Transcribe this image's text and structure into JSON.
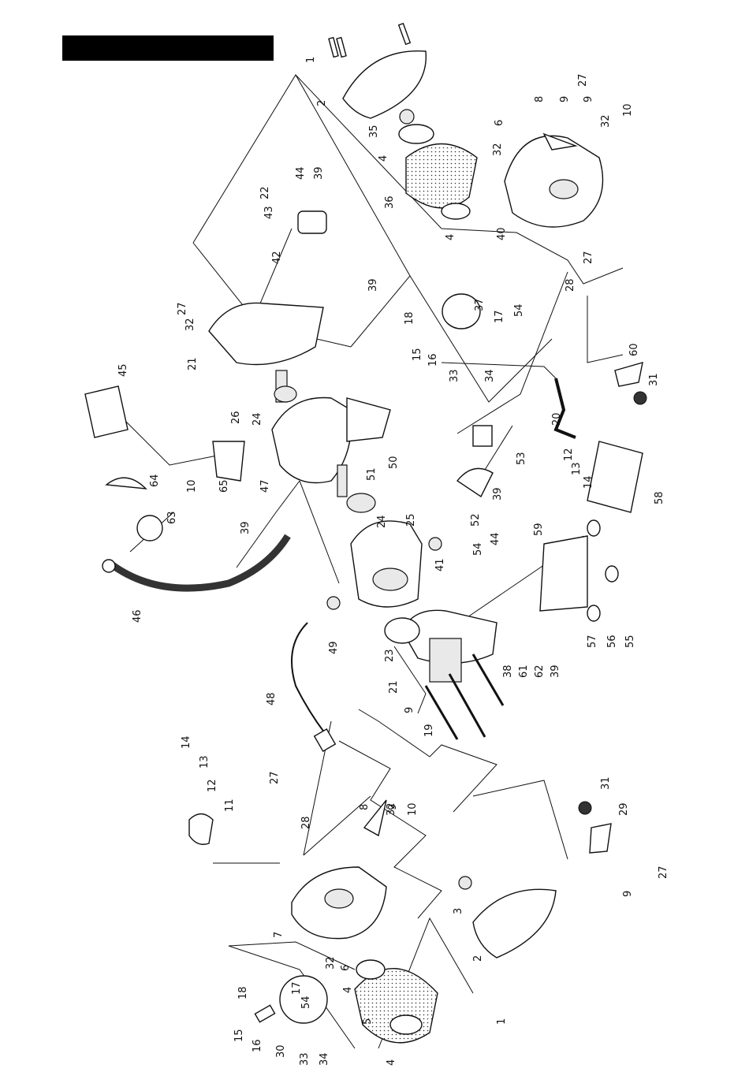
{
  "diagram": {
    "title_bar_color": "#000000",
    "line_color": "#111111",
    "callouts": [
      {
        "id": "c1a",
        "label": "1"
      },
      {
        "id": "c2a",
        "label": "2"
      },
      {
        "id": "c35",
        "label": "35"
      },
      {
        "id": "c4a",
        "label": "4"
      },
      {
        "id": "c36",
        "label": "36"
      },
      {
        "id": "c4b",
        "label": "4"
      },
      {
        "id": "c6a",
        "label": "6"
      },
      {
        "id": "c8a",
        "label": "8"
      },
      {
        "id": "c27a",
        "label": "27"
      },
      {
        "id": "c9a",
        "label": "9"
      },
      {
        "id": "c9b",
        "label": "9"
      },
      {
        "id": "c10a",
        "label": "10"
      },
      {
        "id": "c32a",
        "label": "32"
      },
      {
        "id": "c32b",
        "label": "32"
      },
      {
        "id": "c40",
        "label": "40"
      },
      {
        "id": "c27b",
        "label": "27"
      },
      {
        "id": "c28a",
        "label": "28"
      },
      {
        "id": "c22",
        "label": "22"
      },
      {
        "id": "c43",
        "label": "43"
      },
      {
        "id": "c44a",
        "label": "44"
      },
      {
        "id": "c39a",
        "label": "39"
      },
      {
        "id": "c42",
        "label": "42"
      },
      {
        "id": "c27c",
        "label": "27"
      },
      {
        "id": "c32c",
        "label": "32"
      },
      {
        "id": "c21a",
        "label": "21"
      },
      {
        "id": "c39b",
        "label": "39"
      },
      {
        "id": "c18a",
        "label": "18"
      },
      {
        "id": "c37",
        "label": "37"
      },
      {
        "id": "c17a",
        "label": "17"
      },
      {
        "id": "c54a",
        "label": "54"
      },
      {
        "id": "c15a",
        "label": "15"
      },
      {
        "id": "c16a",
        "label": "16"
      },
      {
        "id": "c33a",
        "label": "33"
      },
      {
        "id": "c34a",
        "label": "34"
      },
      {
        "id": "c60",
        "label": "60"
      },
      {
        "id": "c31a",
        "label": "31"
      },
      {
        "id": "c45",
        "label": "45"
      },
      {
        "id": "c26",
        "label": "26"
      },
      {
        "id": "c24a",
        "label": "24"
      },
      {
        "id": "c47",
        "label": "47"
      },
      {
        "id": "c50",
        "label": "50"
      },
      {
        "id": "c51",
        "label": "51"
      },
      {
        "id": "c20",
        "label": "20"
      },
      {
        "id": "c12a",
        "label": "12"
      },
      {
        "id": "c13a",
        "label": "13"
      },
      {
        "id": "c14a",
        "label": "14"
      },
      {
        "id": "c53",
        "label": "53"
      },
      {
        "id": "c39c",
        "label": "39"
      },
      {
        "id": "c52",
        "label": "52"
      },
      {
        "id": "c44b",
        "label": "44"
      },
      {
        "id": "c54b",
        "label": "54"
      },
      {
        "id": "c58",
        "label": "58"
      },
      {
        "id": "c64",
        "label": "64"
      },
      {
        "id": "c10b",
        "label": "10"
      },
      {
        "id": "c65",
        "label": "65"
      },
      {
        "id": "c63",
        "label": "63"
      },
      {
        "id": "c39d",
        "label": "39"
      },
      {
        "id": "c24b",
        "label": "24"
      },
      {
        "id": "c25",
        "label": "25"
      },
      {
        "id": "c41",
        "label": "41"
      },
      {
        "id": "c59",
        "label": "59"
      },
      {
        "id": "c46",
        "label": "46"
      },
      {
        "id": "c49",
        "label": "49"
      },
      {
        "id": "c23",
        "label": "23"
      },
      {
        "id": "c21b",
        "label": "21"
      },
      {
        "id": "c57",
        "label": "57"
      },
      {
        "id": "c56",
        "label": "56"
      },
      {
        "id": "c55",
        "label": "55"
      },
      {
        "id": "c38",
        "label": "38"
      },
      {
        "id": "c61",
        "label": "61"
      },
      {
        "id": "c62",
        "label": "62"
      },
      {
        "id": "c39e",
        "label": "39"
      },
      {
        "id": "c48",
        "label": "48"
      },
      {
        "id": "c9c",
        "label": "9"
      },
      {
        "id": "c19",
        "label": "19"
      },
      {
        "id": "c14b",
        "label": "14"
      },
      {
        "id": "c13b",
        "label": "13"
      },
      {
        "id": "c12b",
        "label": "12"
      },
      {
        "id": "c11",
        "label": "11"
      },
      {
        "id": "c27d",
        "label": "27"
      },
      {
        "id": "c28b",
        "label": "28"
      },
      {
        "id": "c8b",
        "label": "8"
      },
      {
        "id": "c9d",
        "label": "9"
      },
      {
        "id": "c32d",
        "label": "32"
      },
      {
        "id": "c10c",
        "label": "10"
      },
      {
        "id": "c31b",
        "label": "31"
      },
      {
        "id": "c29",
        "label": "29"
      },
      {
        "id": "c9e",
        "label": "9"
      },
      {
        "id": "c27e",
        "label": "27"
      },
      {
        "id": "c7",
        "label": "7"
      },
      {
        "id": "c3",
        "label": "3"
      },
      {
        "id": "c2b",
        "label": "2"
      },
      {
        "id": "c1b",
        "label": "1"
      },
      {
        "id": "c32e",
        "label": "32"
      },
      {
        "id": "c6b",
        "label": "6"
      },
      {
        "id": "c4c",
        "label": "4"
      },
      {
        "id": "c5",
        "label": "5"
      },
      {
        "id": "c4d",
        "label": "4"
      },
      {
        "id": "c18b",
        "label": "18"
      },
      {
        "id": "c17b",
        "label": "17"
      },
      {
        "id": "c54c",
        "label": "54"
      },
      {
        "id": "c15b",
        "label": "15"
      },
      {
        "id": "c16b",
        "label": "16"
      },
      {
        "id": "c30",
        "label": "30"
      },
      {
        "id": "c33b",
        "label": "33"
      },
      {
        "id": "c34b",
        "label": "34"
      }
    ]
  }
}
